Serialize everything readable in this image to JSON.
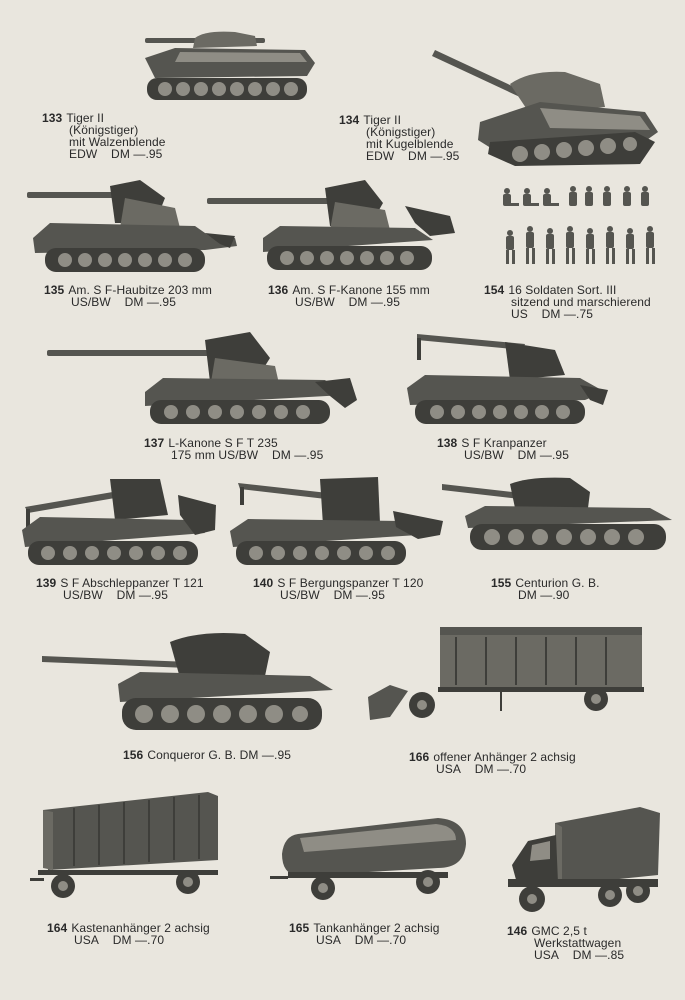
{
  "items": [
    {
      "number": "133",
      "lines": [
        "Tiger II",
        "(Königstiger)",
        "mit Walzenblende"
      ],
      "origin": "EDW",
      "price": "DM —.95"
    },
    {
      "number": "134",
      "lines": [
        "Tiger II",
        "(Königstiger)",
        "mit Kugelblende"
      ],
      "origin": "EDW",
      "price": "DM —.95"
    },
    {
      "number": "135",
      "lines": [
        "Am. S F-Haubitze  203 mm"
      ],
      "origin": "US/BW",
      "price": "DM —.95"
    },
    {
      "number": "136",
      "lines": [
        "Am. S F-Kanone  155 mm"
      ],
      "origin": "US/BW",
      "price": "DM —.95"
    },
    {
      "number": "154",
      "lines": [
        "16 Soldaten Sort. III",
        "sitzend und marschierend"
      ],
      "origin": "US",
      "price": "DM —.75"
    },
    {
      "number": "137",
      "lines": [
        "L-Kanone S F    T 235"
      ],
      "origin": "175 mm  US/BW",
      "price": "DM —.95"
    },
    {
      "number": "138",
      "lines": [
        "S F  Kranpanzer"
      ],
      "origin": "US/BW",
      "price": "DM —.95"
    },
    {
      "number": "139",
      "lines": [
        "S F Abschleppanzer  T 121"
      ],
      "origin": "US/BW",
      "price": "DM —.95"
    },
    {
      "number": "140",
      "lines": [
        "S F Bergungspanzer  T 120"
      ],
      "origin": "US/BW",
      "price": "DM —.95"
    },
    {
      "number": "155",
      "lines": [
        "Centurion  G. B."
      ],
      "origin": "",
      "price": "DM —.90"
    },
    {
      "number": "156",
      "lines": [
        "Conqueror  G. B.   DM —.95"
      ],
      "origin": "",
      "price": ""
    },
    {
      "number": "166",
      "lines": [
        "offener  Anhänger  2 achsig"
      ],
      "origin": "USA",
      "price": "DM —.70"
    },
    {
      "number": "164",
      "lines": [
        "Kastenanhänger  2 achsig"
      ],
      "origin": "USA",
      "price": "DM —.70"
    },
    {
      "number": "165",
      "lines": [
        "Tankanhänger  2 achsig"
      ],
      "origin": "USA",
      "price": "DM —.70"
    },
    {
      "number": "146",
      "lines": [
        "GMC  2,5 t",
        "Werkstattwagen"
      ],
      "origin": "USA",
      "price": "DM —.85"
    }
  ],
  "icons": {
    "133": "tiger-tank-icon",
    "134": "tiger-tank-icon",
    "135": "howitzer-tank-icon",
    "136": "gun-tank-icon",
    "154": "soldiers-icon",
    "137": "long-gun-tank-icon",
    "138": "crane-tank-icon",
    "139": "recovery-tank-icon",
    "140": "salvage-tank-icon",
    "155": "centurion-tank-icon",
    "156": "conqueror-tank-icon",
    "166": "open-trailer-icon",
    "164": "box-trailer-icon",
    "165": "tank-trailer-icon",
    "146": "gmc-truck-icon"
  }
}
